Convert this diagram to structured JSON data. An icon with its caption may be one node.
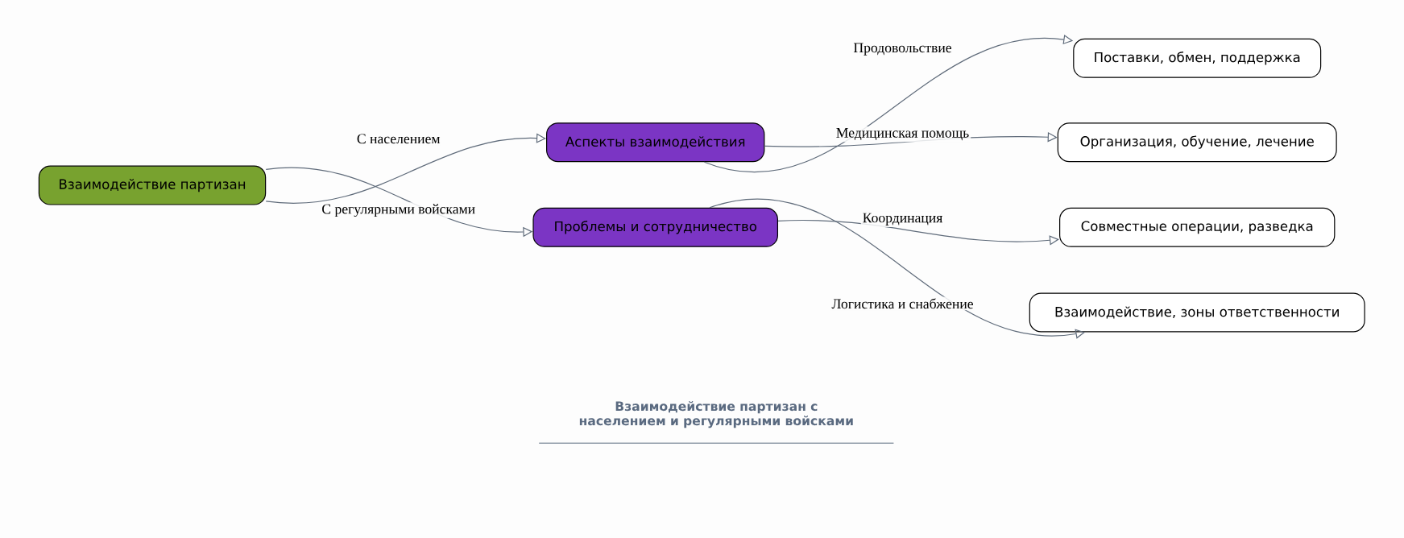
{
  "diagram": {
    "caption": "Взаимодействие партизан с населением и регулярными войсками",
    "nodes": [
      {
        "text": [
          "Взаимодействие партизан"
        ]
      },
      {
        "text": [
          "Аспекты взаимодействия"
        ]
      },
      {
        "text": [
          "Проблемы и сотрудничество"
        ]
      },
      {
        "text": [
          "Поставки, обмен, поддержка"
        ]
      },
      {
        "text": [
          "Организация, обучение, лечение"
        ]
      },
      {
        "text": [
          "Совместные операции, разведка"
        ]
      },
      {
        "text": [
          "Взаимодействие, зоны ответственности"
        ]
      }
    ],
    "edges": [
      {
        "from": 0,
        "to": 1,
        "arrow": "to",
        "label": "С населением"
      },
      {
        "from": 0,
        "to": 2,
        "arrow": "to",
        "label": "С регулярными войсками"
      },
      {
        "from": 1,
        "to": 3,
        "arrow": "to",
        "label": "Продовольствие"
      },
      {
        "from": 1,
        "to": 4,
        "arrow": "to",
        "label": "Медицинская помощь"
      },
      {
        "from": 2,
        "to": 5,
        "arrow": "to",
        "label": "Координация"
      },
      {
        "from": 2,
        "to": 6,
        "arrow": "to",
        "label": "Логистика и снабжение"
      }
    ]
  }
}
